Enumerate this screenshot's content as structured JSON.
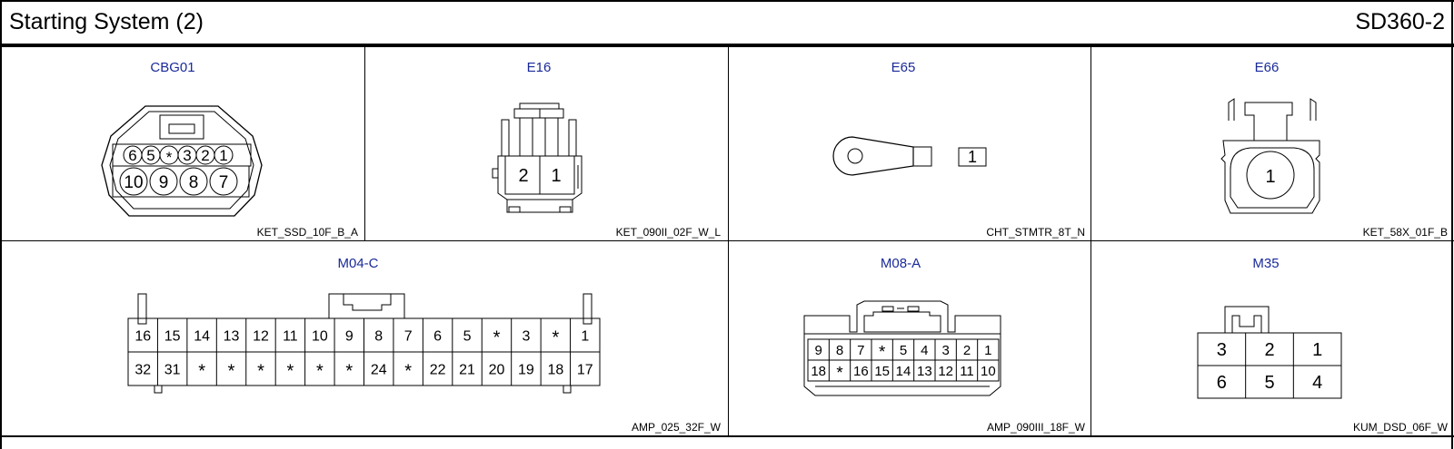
{
  "header": {
    "title": "Starting System (2)",
    "code": "SD360-2"
  },
  "connectors": {
    "cbg01": {
      "name": "CBG01",
      "code": "KET_SSD_10F_B_A",
      "row1": [
        "6",
        "5",
        "*",
        "3",
        "2",
        "1"
      ],
      "row2": [
        "10",
        "9",
        "8",
        "7"
      ]
    },
    "e16": {
      "name": "E16",
      "code": "KET_090II_02F_W_L",
      "pins": [
        "2",
        "1"
      ]
    },
    "e65": {
      "name": "E65",
      "code": "CHT_STMTR_8T_N",
      "pins": [
        "1"
      ]
    },
    "e66": {
      "name": "E66",
      "code": "KET_58X_01F_B",
      "pins": [
        "1"
      ]
    },
    "m04c": {
      "name": "M04-C",
      "code": "AMP_025_32F_W",
      "row1": [
        "16",
        "15",
        "14",
        "13",
        "12",
        "11",
        "10",
        "9",
        "8",
        "7",
        "6",
        "5",
        "*",
        "3",
        "*",
        "1"
      ],
      "row2": [
        "32",
        "31",
        "*",
        "*",
        "*",
        "*",
        "*",
        "*",
        "24",
        "*",
        "22",
        "21",
        "20",
        "19",
        "18",
        "17"
      ]
    },
    "m08a": {
      "name": "M08-A",
      "code": "AMP_090III_18F_W",
      "row1": [
        "9",
        "8",
        "7",
        "*",
        "5",
        "4",
        "3",
        "2",
        "1"
      ],
      "row2": [
        "18",
        "*",
        "16",
        "15",
        "14",
        "13",
        "12",
        "11",
        "10"
      ]
    },
    "m35": {
      "name": "M35",
      "code": "KUM_DSD_06F_W",
      "row1": [
        "3",
        "2",
        "1"
      ],
      "row2": [
        "6",
        "5",
        "4"
      ]
    }
  }
}
